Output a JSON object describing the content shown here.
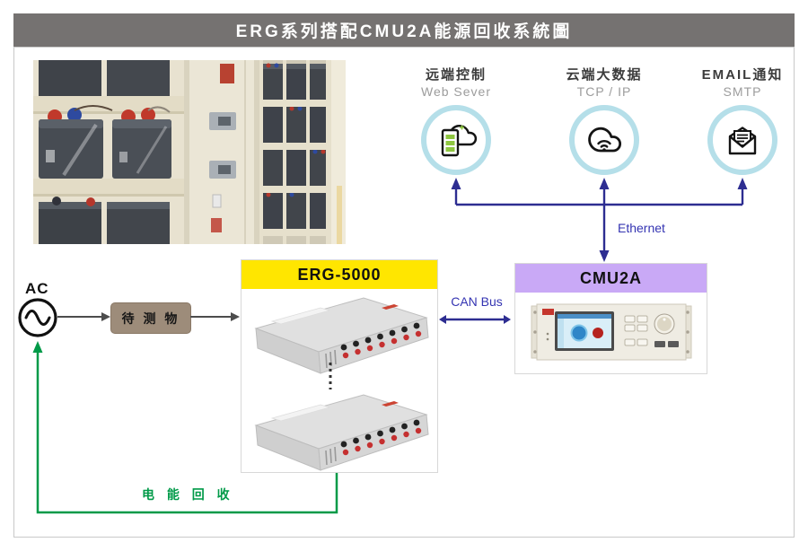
{
  "header": {
    "title": "ERG系列搭配CMU2A能源回收系統圖"
  },
  "cloud_nodes": [
    {
      "title": "远端控制",
      "subtitle": "Web Sever",
      "icon": "server-cloud-icon"
    },
    {
      "title": "云端大数据",
      "subtitle": "TCP / IP",
      "icon": "cloud-wifi-icon"
    },
    {
      "title": "EMAIL通知",
      "subtitle": "SMTP",
      "icon": "email-icon"
    }
  ],
  "connections": {
    "ethernet": "Ethernet",
    "can_bus": "CAN Bus"
  },
  "devices": {
    "erg": {
      "label": "ERG-5000",
      "units_shown": 2
    },
    "cmu": {
      "label": "CMU2A"
    }
  },
  "source": {
    "label": "AC"
  },
  "dut": {
    "label": "待 测 物"
  },
  "recovery": {
    "label": "电 能 回 收"
  },
  "colors": {
    "header_bg": "#757271",
    "erg_header": "#ffe600",
    "cmu_header": "#c9a9f6",
    "connector_navy": "#2d2d91",
    "label_blue": "#3434b2",
    "recovery_green": "#009a48",
    "dut_bg": "#9d8c7a",
    "icon_ring_blue": "#b5dfe9",
    "icon_green": "#8ec640",
    "gray_arrow": "#4d4d4d"
  }
}
